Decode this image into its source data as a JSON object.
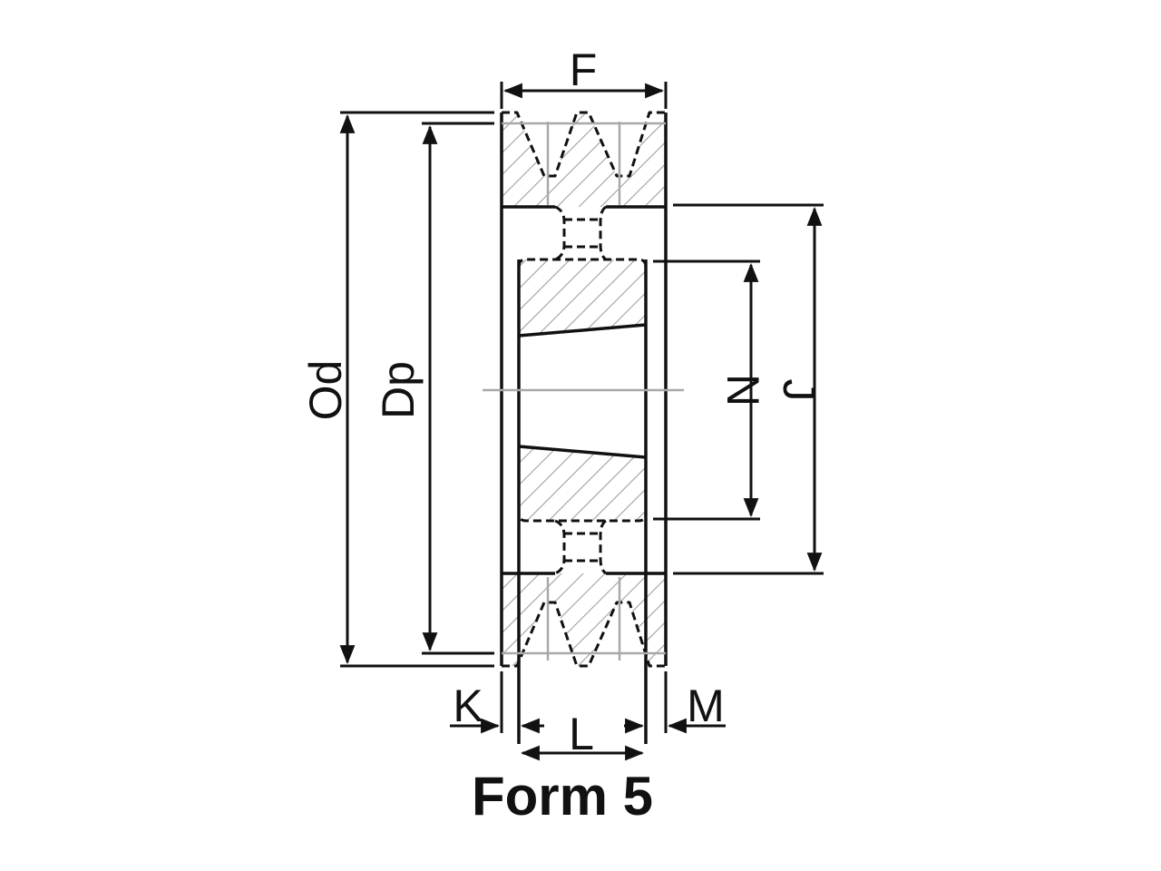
{
  "title": "Form 5",
  "dimensions": {
    "F": "F",
    "Od": "Od",
    "Dp": "Dp",
    "N": "N",
    "J": "J",
    "K": "K",
    "L": "L",
    "M": "M"
  },
  "colors": {
    "line": "#111111",
    "hatch": "#a0a0a0",
    "centerline": "#a9a9a9",
    "background": "#ffffff"
  }
}
